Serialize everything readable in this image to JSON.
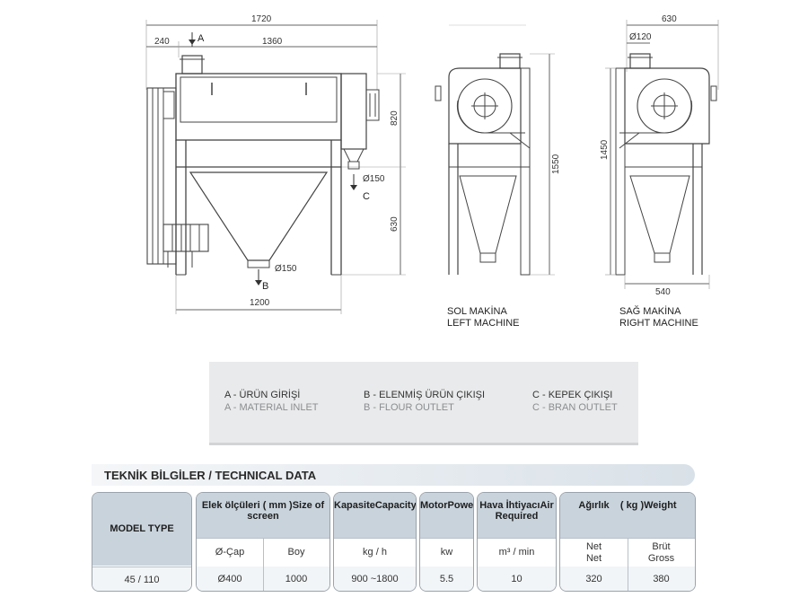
{
  "drawing": {
    "dims": {
      "total_width": "1720",
      "offset": "240",
      "body_width": "1360",
      "upper_height": "820",
      "lower_height": "630",
      "base_width": "1200",
      "outlet_b_dia": "Ø150",
      "outlet_c_dia": "Ø150",
      "side_width": "630",
      "inlet_dia": "Ø120",
      "left_height": "1550",
      "right_height": "1450",
      "right_base": "540"
    },
    "markers": {
      "a": "A",
      "b": "B",
      "c": "C"
    },
    "views": {
      "left_tr": "SOL MAKİNA",
      "left_en": "LEFT MACHINE",
      "right_tr": "SAĞ MAKİNA",
      "right_en": "RIGHT MACHINE"
    }
  },
  "legend": {
    "a_tr": "A - ÜRÜN GİRİŞİ",
    "a_en": "A - MATERIAL INLET",
    "b_tr": "B - ELENMİŞ ÜRÜN ÇIKIŞI",
    "b_en": "B - FLOUR OUTLET",
    "c_tr": "C - KEPEK ÇIKIŞI",
    "c_en": "C - BRAN OUTLET"
  },
  "tech": {
    "title": "TEKNİK BİLGİLER / TECHNICAL  DATA",
    "model": {
      "header": "MODEL    TYPE",
      "value": "45 / 110"
    },
    "screen": {
      "header_tr": "Elek ölçüleri ( mm )",
      "header_en": "Size of screen",
      "sub1": "Ø-Çap",
      "sub2": "Boy",
      "val1": "Ø400",
      "val2": "1000"
    },
    "capacity": {
      "header_tr": "Kapasite",
      "header_en": "Capacity",
      "unit": "kg / h",
      "value": "900 ~1800"
    },
    "motor": {
      "header_tr": "Motor",
      "header_en": "Power",
      "unit": "kw",
      "value": "5.5"
    },
    "air": {
      "header_tr": "Hava İhtiyacı",
      "header_en": "Air Required",
      "unit": "m³ / min",
      "value": "10"
    },
    "weight": {
      "header_tr": "Ağırlık    ( kg )",
      "header_en": "Weight",
      "net_tr": "Net",
      "net_en": "Net",
      "gross_tr": "Brüt",
      "gross_en": "Gross",
      "net_value": "320",
      "gross_value": "380"
    }
  }
}
